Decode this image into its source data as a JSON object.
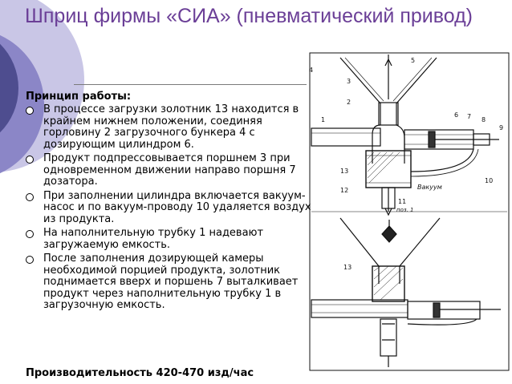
{
  "slide": {
    "title": "Шприц фирмы «СИА» (пневматический привод)",
    "heading": "Принцип работы:",
    "items": [
      "В процессе загрузки золотник 13 находится в крайнем нижнем положении, соединяя горловину 2 загрузочного бункера 4 с дозирующим цилиндром 6.",
      "Продукт подпрессовывается поршнем 3 при одновременном движении направо поршня 7 дозатора.",
      "При заполнении цилиндра включается вакуум-насос и по вакуум-проводу 10 удаляется воздух из продукта.",
      "На наполнительную трубку 1 надевают загружаемую емкость.",
      "После заполнения дозирующей камеры необходимой порцией продукта, золотник поднимается вверх и поршень 7 выталкивает продукт через наполнительную трубку 1 в загрузочную емкость."
    ],
    "footer": "Производительность 420-470 изд/час"
  },
  "figure": {
    "top_labels": [
      "5",
      "4",
      "3",
      "2",
      "1",
      "6",
      "7",
      "8",
      "9",
      "13",
      "12",
      "11",
      "10"
    ],
    "vacuum_label": "Вакуум",
    "pos1_label": "поз. 1",
    "bottom_label": "13"
  },
  "colors": {
    "title": "#6b3f97",
    "deco_dark": "#4e4d8f",
    "deco_mid": "#8b86c7",
    "deco_light": "#c9c6e6"
  }
}
